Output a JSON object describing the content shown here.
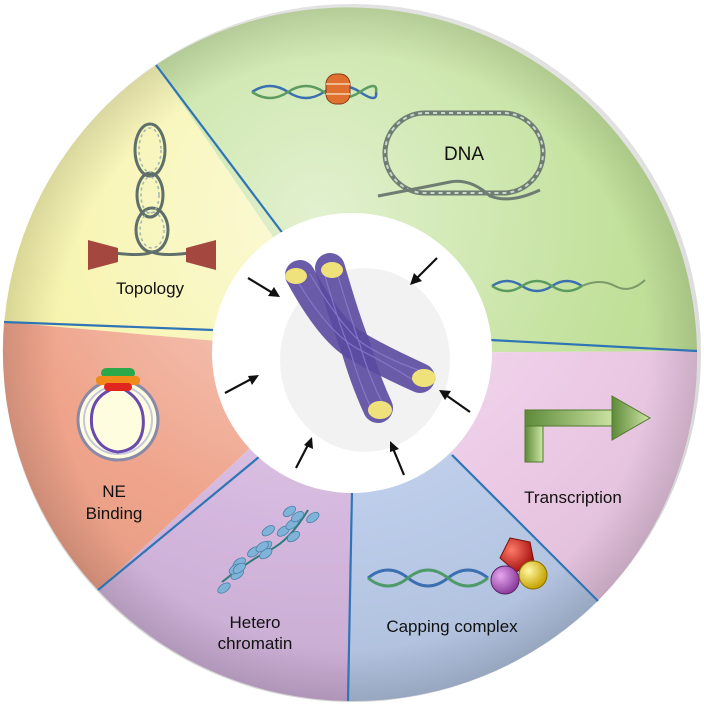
{
  "segments": {
    "topology": {
      "label": "Topology",
      "color": "#f6f3a6"
    },
    "dna": {
      "label": "DNA",
      "color": "#bedf94"
    },
    "transcription": {
      "label": "Transcription",
      "color": "#ebc7e4"
    },
    "capping": {
      "label": "Capping complex",
      "color": "#b7c9e8"
    },
    "heterochromatin": {
      "line1": "Hetero",
      "line2": "chromatin",
      "color": "#d2b3dc"
    },
    "ne_binding": {
      "line1": "NE",
      "line2": "Binding",
      "color": "#ee9f85"
    }
  },
  "colors": {
    "divider": "#2f74b5",
    "center": "#ffffff",
    "chromosome": "#5a4aa0",
    "telomere": "#efe27a",
    "arrow": "#111111"
  },
  "icons": {
    "center": "chromosome-icon",
    "topology": "looped-dna-icon",
    "dna": "circular-dna-icon",
    "transcription": "promoter-arrow-icon",
    "capping": "capping-complex-icon",
    "heterochromatin": "heterochromatin-fiber-icon",
    "ne_binding": "nuclear-envelope-icon"
  }
}
